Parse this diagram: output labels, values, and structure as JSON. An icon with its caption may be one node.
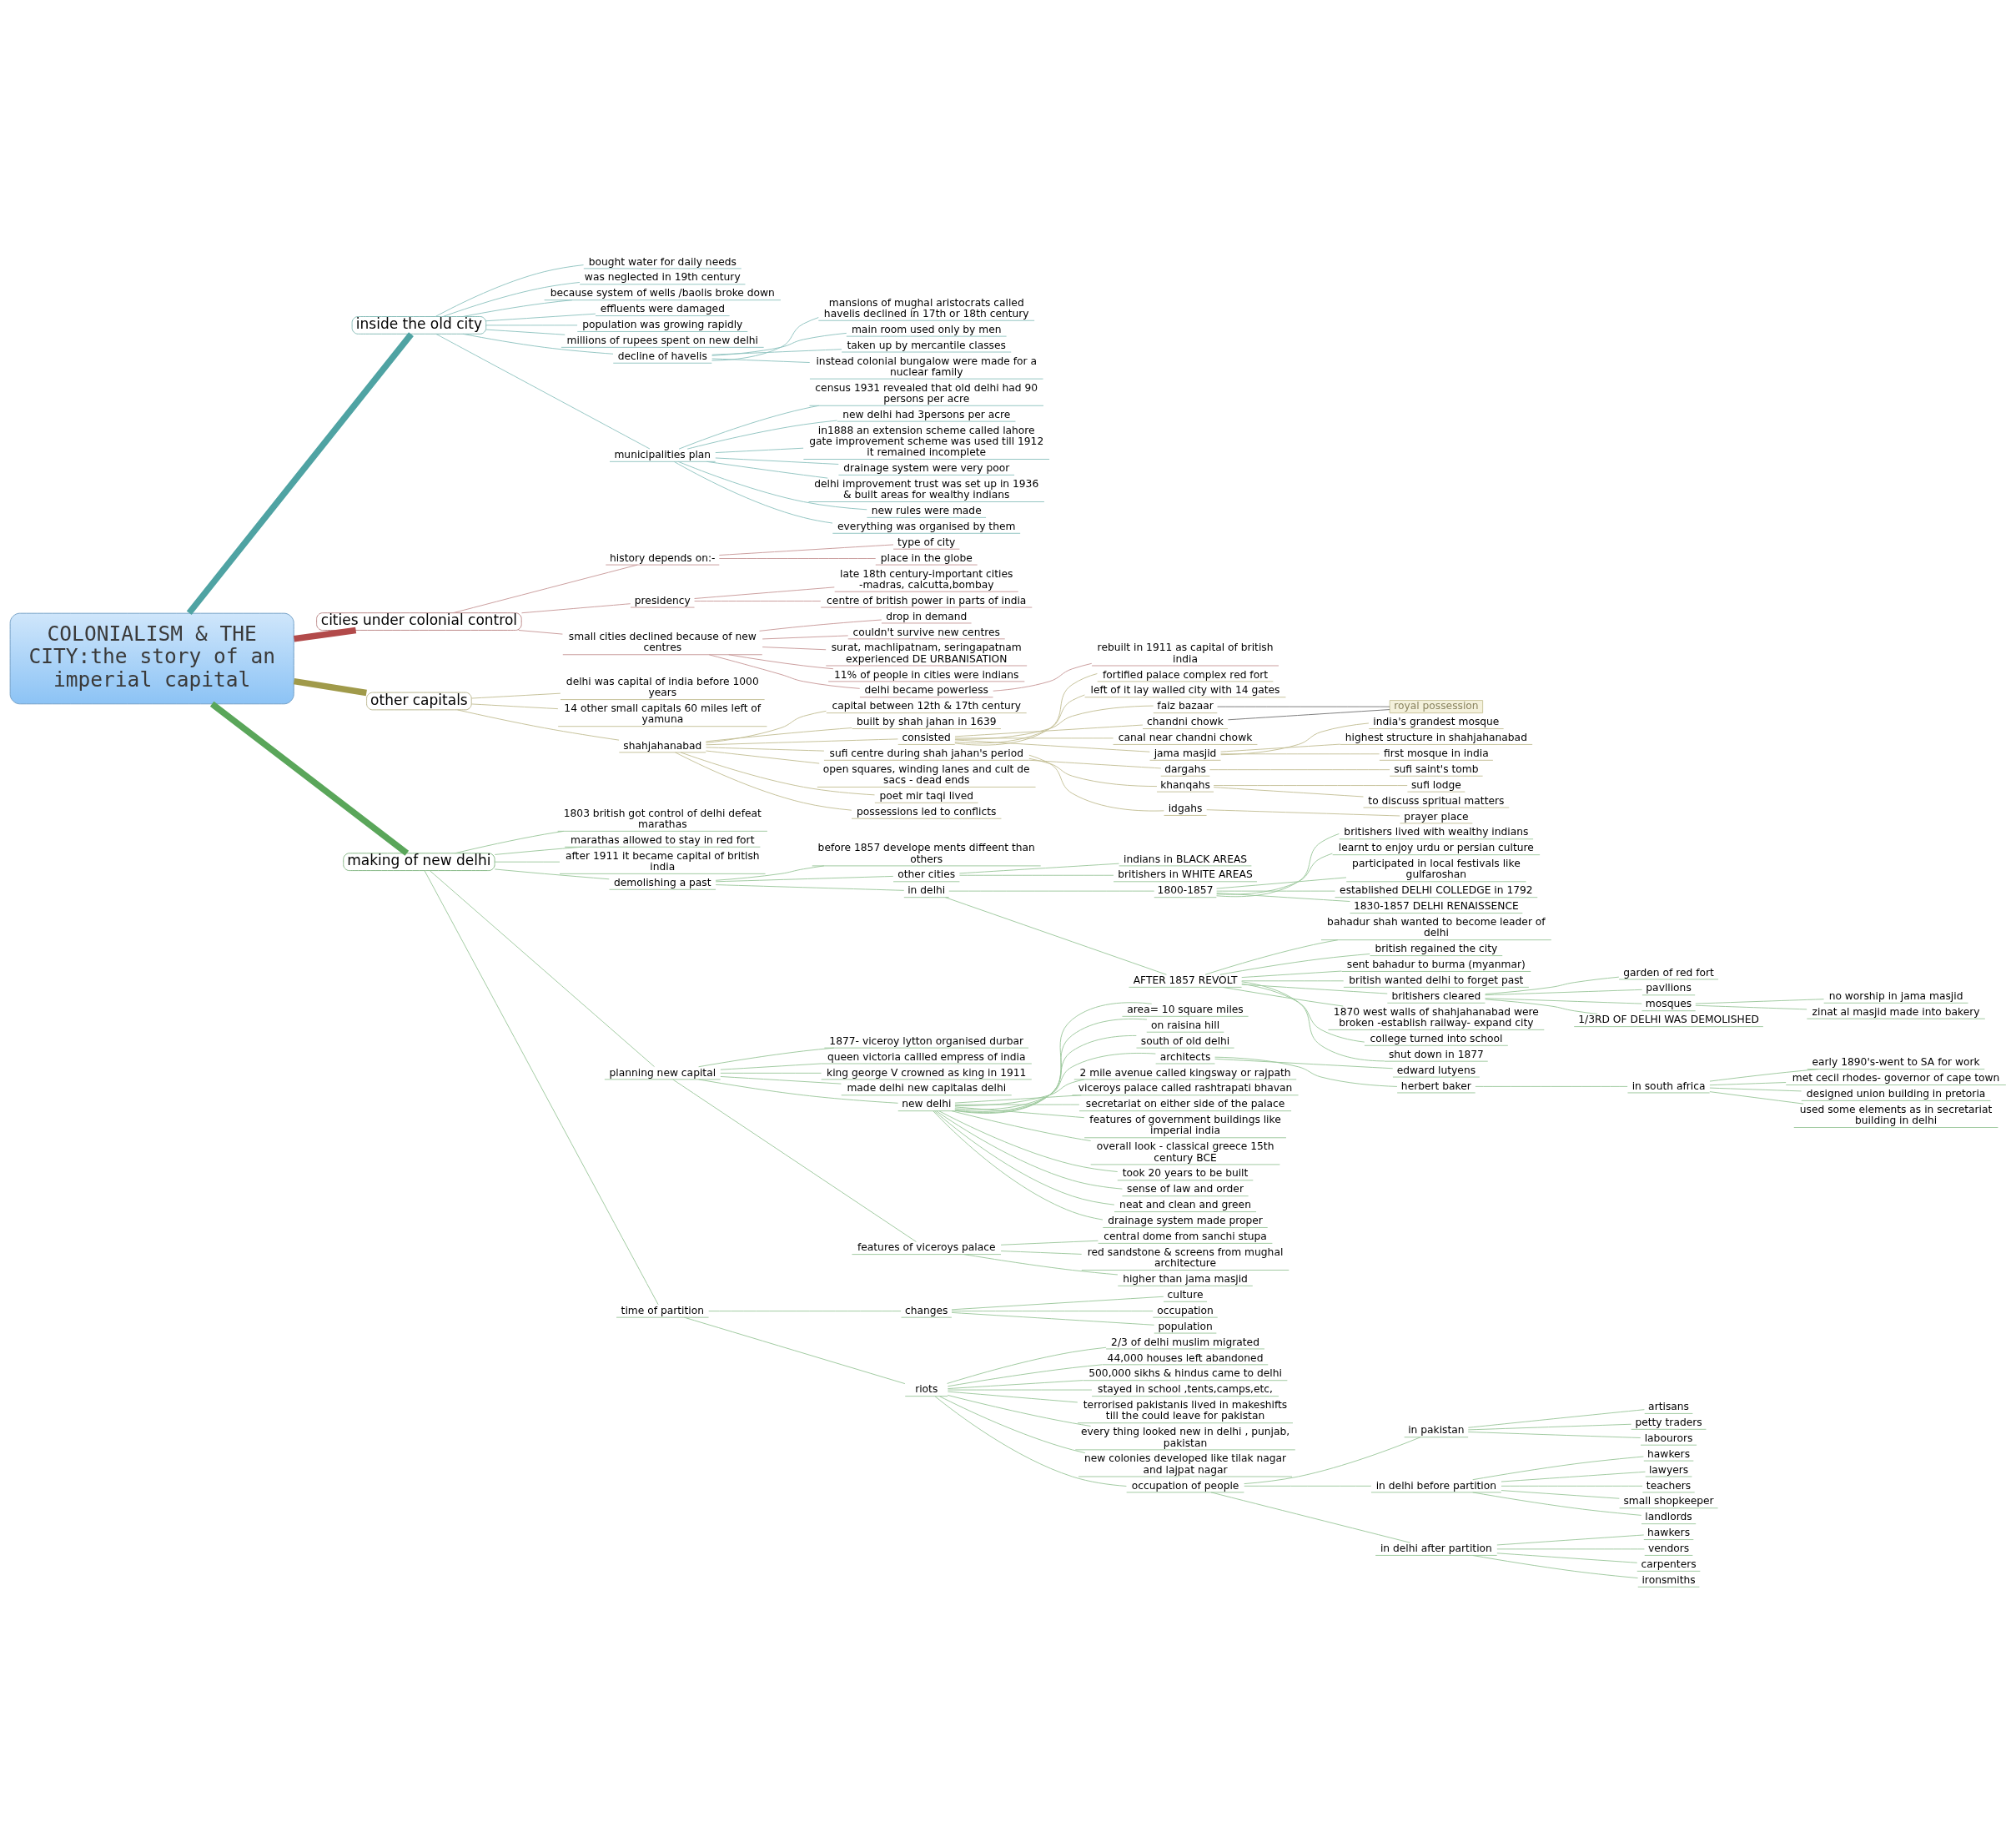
{
  "diagram": {
    "nodes": [
      {
        "text": [
          "COLONIALISM & THE CITY:the story of an imperial capital"
        ]
      },
      {
        "text": [
          "inside the old city"
        ]
      },
      {
        "text": [
          "bought water for daily needs"
        ]
      },
      {
        "text": [
          "was neglected in 19th century"
        ]
      },
      {
        "text": [
          "because system of wells /baolis broke down"
        ]
      },
      {
        "text": [
          "effluents were damaged"
        ]
      },
      {
        "text": [
          "population was growing rapidly"
        ]
      },
      {
        "text": [
          "millions of rupees spent on new delhi"
        ]
      },
      {
        "text": [
          "decline of havelis"
        ]
      },
      {
        "text": [
          "mansions of mughal aristocrats called havelis declined in 17th or 18th century"
        ]
      },
      {
        "text": [
          "main room used only by men"
        ]
      },
      {
        "text": [
          "taken up by mercantile classes"
        ]
      },
      {
        "text": [
          "instead colonial bungalow were made for a nuclear family"
        ]
      },
      {
        "text": [
          "municipalities plan"
        ]
      },
      {
        "text": [
          "census 1931 revealed that old delhi had 90 persons per acre"
        ]
      },
      {
        "text": [
          "new delhi had 3persons per acre"
        ]
      },
      {
        "text": [
          "in1888 an extension scheme called lahore gate improvement scheme was used till 1912 it remained incomplete"
        ]
      },
      {
        "text": [
          "drainage system were very poor"
        ]
      },
      {
        "text": [
          "delhi improvement trust was set up in 1936 & built areas for wealthy indians"
        ]
      },
      {
        "text": [
          "new rules were made"
        ]
      },
      {
        "text": [
          "everything was organised by them"
        ]
      },
      {
        "text": [
          "cities under colonial control"
        ]
      },
      {
        "text": [
          "history depends on:-"
        ]
      },
      {
        "text": [
          "type of city"
        ]
      },
      {
        "text": [
          "place in the globe"
        ]
      },
      {
        "text": [
          "presidency"
        ]
      },
      {
        "text": [
          "late 18th century-important cities -madras, calcutta,bombay"
        ]
      },
      {
        "text": [
          "centre of british power in parts of india"
        ]
      },
      {
        "text": [
          "small cities declined because of new centres"
        ]
      },
      {
        "text": [
          "drop in demand"
        ]
      },
      {
        "text": [
          "couldn't survive new centres"
        ]
      },
      {
        "text": [
          "surat, machlipatnam, seringapatnam experienced DE URBANISATION"
        ]
      },
      {
        "text": [
          "11% of people in cities were indians"
        ]
      },
      {
        "text": [
          "delhi became powerless"
        ]
      },
      {
        "text": [
          "rebuilt in 1911 as capital of british india"
        ]
      },
      {
        "text": [
          "other capitals"
        ]
      },
      {
        "text": [
          "delhi was capital of india before 1000 years"
        ]
      },
      {
        "text": [
          "14 other small capitals 60 miles left of yamuna"
        ]
      },
      {
        "text": [
          "shahjahanabad"
        ]
      },
      {
        "text": [
          "capital between 12th & 17th century"
        ]
      },
      {
        "text": [
          "built by shah jahan in 1639"
        ]
      },
      {
        "text": [
          "consisted"
        ]
      },
      {
        "text": [
          "fortified palace complex red fort"
        ]
      },
      {
        "text": [
          "left of it lay walled city with 14 gates"
        ]
      },
      {
        "text": [
          "faiz bazaar"
        ]
      },
      {
        "text": [
          "chandni chowk"
        ]
      },
      {
        "text": [
          "royal possession"
        ]
      },
      {
        "text": [
          "canal near chandni chowk"
        ]
      },
      {
        "text": [
          "jama masjid"
        ]
      },
      {
        "text": [
          "india's grandest mosque"
        ]
      },
      {
        "text": [
          "highest structure in shahjahanabad"
        ]
      },
      {
        "text": [
          "first mosque in india"
        ]
      },
      {
        "text": [
          "sufi centre during shah jahan's period"
        ]
      },
      {
        "text": [
          "dargahs"
        ]
      },
      {
        "text": [
          "sufi saint's tomb"
        ]
      },
      {
        "text": [
          "khanqahs"
        ]
      },
      {
        "text": [
          "sufi lodge"
        ]
      },
      {
        "text": [
          "to discuss spritual matters"
        ]
      },
      {
        "text": [
          "idgahs"
        ]
      },
      {
        "text": [
          "prayer place"
        ]
      },
      {
        "text": [
          "open squares, winding lanes and cult de sacs - dead ends"
        ]
      },
      {
        "text": [
          "poet mir taqi lived"
        ]
      },
      {
        "text": [
          "possessions led to conflicts"
        ]
      },
      {
        "text": [
          "making of new delhi"
        ]
      },
      {
        "text": [
          "1803 british got control of delhi defeat marathas"
        ]
      },
      {
        "text": [
          "marathas allowed to stay in red fort"
        ]
      },
      {
        "text": [
          "after 1911 it became capital of british india"
        ]
      },
      {
        "text": [
          "demolishing a past"
        ]
      },
      {
        "text": [
          "before 1857 develope ments diffeent than others"
        ]
      },
      {
        "text": [
          "other cities"
        ]
      },
      {
        "text": [
          "indians in BLACK AREAS"
        ]
      },
      {
        "text": [
          "britishers in WHITE AREAS"
        ]
      },
      {
        "text": [
          "in delhi"
        ]
      },
      {
        "text": [
          "1800-1857"
        ]
      },
      {
        "text": [
          "britishers lived with wealthy indians"
        ]
      },
      {
        "text": [
          "learnt to enjoy urdu or persian culture"
        ]
      },
      {
        "text": [
          "participated in local festivals like gulfaroshan"
        ]
      },
      {
        "text": [
          "established DELHI COLLEDGE in 1792"
        ]
      },
      {
        "text": [
          "1830-1857 DELHI RENAISSENCE"
        ]
      },
      {
        "text": [
          "AFTER 1857 REVOLT"
        ]
      },
      {
        "text": [
          "bahadur shah wanted to become leader of delhi"
        ]
      },
      {
        "text": [
          "british regained the city"
        ]
      },
      {
        "text": [
          "sent bahadur to burma (myanmar)"
        ]
      },
      {
        "text": [
          "british wanted delhi to forget past"
        ]
      },
      {
        "text": [
          "britishers cleared"
        ]
      },
      {
        "text": [
          "garden of red fort"
        ]
      },
      {
        "text": [
          "pavllions"
        ]
      },
      {
        "text": [
          "mosques"
        ]
      },
      {
        "text": [
          "no worship in jama masjid"
        ]
      },
      {
        "text": [
          "zinat al masjid made into bakery"
        ]
      },
      {
        "text": [
          "1/3RD OF DELHI WAS DEMOLISHED"
        ]
      },
      {
        "text": [
          "1870 west walls of shahjahanabad were broken -establish railway- expand city"
        ]
      },
      {
        "text": [
          "college turned into school"
        ]
      },
      {
        "text": [
          "shut down in 1877"
        ]
      },
      {
        "text": [
          "planning new capital"
        ]
      },
      {
        "text": [
          "1877- viceroy lytton organised durbar"
        ]
      },
      {
        "text": [
          "queen victoria callled empress of india"
        ]
      },
      {
        "text": [
          "king george V crowned as king in 1911"
        ]
      },
      {
        "text": [
          "made delhi new capitalas delhi"
        ]
      },
      {
        "text": [
          "new delhi"
        ]
      },
      {
        "text": [
          "area= 10 square miles"
        ]
      },
      {
        "text": [
          "on raisina hill"
        ]
      },
      {
        "text": [
          "south of old delhi"
        ]
      },
      {
        "text": [
          "architects"
        ]
      },
      {
        "text": [
          "edward lutyens"
        ]
      },
      {
        "text": [
          "herbert baker"
        ]
      },
      {
        "text": [
          "in south africa"
        ]
      },
      {
        "text": [
          "early 1890's-went to SA for work"
        ]
      },
      {
        "text": [
          "met cecil rhodes- governor of cape town"
        ]
      },
      {
        "text": [
          "designed union building in pretoria"
        ]
      },
      {
        "text": [
          "used some elements as in secretariat building in delhi"
        ]
      },
      {
        "text": [
          "2 mile avenue called kingsway or rajpath"
        ]
      },
      {
        "text": [
          "viceroys palace called rashtrapati bhavan"
        ]
      },
      {
        "text": [
          "secretariat on either side of the palace"
        ]
      },
      {
        "text": [
          "features of government buildings like imperial india"
        ]
      },
      {
        "text": [
          "overall look - classical greece 15th century BCE"
        ]
      },
      {
        "text": [
          "took 20 years to be built"
        ]
      },
      {
        "text": [
          "sense of law and order"
        ]
      },
      {
        "text": [
          "neat and clean and green"
        ]
      },
      {
        "text": [
          "drainage system made proper"
        ]
      },
      {
        "text": [
          "features of viceroys palace"
        ]
      },
      {
        "text": [
          "central dome from sanchi stupa"
        ]
      },
      {
        "text": [
          "red sandstone & screens from mughal architecture"
        ]
      },
      {
        "text": [
          "higher than jama masjid"
        ]
      },
      {
        "text": [
          "time of partition"
        ]
      },
      {
        "text": [
          "changes"
        ]
      },
      {
        "text": [
          "culture"
        ]
      },
      {
        "text": [
          "occupation"
        ]
      },
      {
        "text": [
          "population"
        ]
      },
      {
        "text": [
          "riots"
        ]
      },
      {
        "text": [
          "2/3 of delhi muslim migrated"
        ]
      },
      {
        "text": [
          "44,000 houses left abandoned"
        ]
      },
      {
        "text": [
          "500,000 sikhs & hindus came to delhi"
        ]
      },
      {
        "text": [
          "stayed in school ,tents,camps,etc,"
        ]
      },
      {
        "text": [
          "terrorised pakistanis lived in makeshifts till the could leave for pakistan"
        ]
      },
      {
        "text": [
          "every thing looked new in delhi , punjab, pakistan"
        ]
      },
      {
        "text": [
          "new colonies developed like tilak nagar and lajpat nagar"
        ]
      },
      {
        "text": [
          "occupation of people"
        ]
      },
      {
        "text": [
          "in pakistan"
        ]
      },
      {
        "text": [
          "artisans"
        ]
      },
      {
        "text": [
          "petty traders"
        ]
      },
      {
        "text": [
          "labourors"
        ]
      },
      {
        "text": [
          "in delhi before partition"
        ]
      },
      {
        "text": [
          "hawkers"
        ]
      },
      {
        "text": [
          "lawyers"
        ]
      },
      {
        "text": [
          "teachers"
        ]
      },
      {
        "text": [
          "small shopkeeper"
        ]
      },
      {
        "text": [
          "landlords"
        ]
      },
      {
        "text": [
          "in delhi after partition"
        ]
      },
      {
        "text": [
          "hawkers"
        ]
      },
      {
        "text": [
          "vendors"
        ]
      },
      {
        "text": [
          "carpenters"
        ]
      },
      {
        "text": [
          "ironsmiths"
        ]
      }
    ],
    "edges": [
      {
        "from": 0,
        "to": 1,
        "arrow": "none",
        "style": "thick",
        "color": "#4fa3a3"
      },
      {
        "from": 1,
        "to": 2,
        "arrow": "none",
        "color": "#8fc3c0"
      },
      {
        "from": 1,
        "to": 3,
        "arrow": "none",
        "color": "#8fc3c0"
      },
      {
        "from": 1,
        "to": 4,
        "arrow": "none",
        "color": "#8fc3c0"
      },
      {
        "from": 1,
        "to": 5,
        "arrow": "none",
        "color": "#8fc3c0"
      },
      {
        "from": 1,
        "to": 6,
        "arrow": "none",
        "color": "#8fc3c0"
      },
      {
        "from": 1,
        "to": 7,
        "arrow": "none",
        "color": "#8fc3c0"
      },
      {
        "from": 1,
        "to": 8,
        "arrow": "none",
        "color": "#8fc3c0"
      },
      {
        "from": 8,
        "to": 9,
        "arrow": "none",
        "color": "#8fc3c0"
      },
      {
        "from": 8,
        "to": 10,
        "arrow": "none",
        "color": "#8fc3c0"
      },
      {
        "from": 8,
        "to": 11,
        "arrow": "none",
        "color": "#8fc3c0"
      },
      {
        "from": 8,
        "to": 12,
        "arrow": "none",
        "color": "#8fc3c0"
      },
      {
        "from": 1,
        "to": 13,
        "arrow": "none",
        "color": "#8fc3c0"
      },
      {
        "from": 13,
        "to": 14,
        "arrow": "none",
        "color": "#8fc3c0"
      },
      {
        "from": 13,
        "to": 15,
        "arrow": "none",
        "color": "#8fc3c0"
      },
      {
        "from": 13,
        "to": 16,
        "arrow": "none",
        "color": "#8fc3c0"
      },
      {
        "from": 13,
        "to": 17,
        "arrow": "none",
        "color": "#8fc3c0"
      },
      {
        "from": 13,
        "to": 18,
        "arrow": "none",
        "color": "#8fc3c0"
      },
      {
        "from": 13,
        "to": 19,
        "arrow": "none",
        "color": "#8fc3c0"
      },
      {
        "from": 13,
        "to": 20,
        "arrow": "none",
        "color": "#8fc3c0"
      },
      {
        "from": 0,
        "to": 21,
        "arrow": "none",
        "style": "thick",
        "color": "#b24a4a"
      },
      {
        "from": 21,
        "to": 22,
        "arrow": "none",
        "color": "#c99a9a"
      },
      {
        "from": 22,
        "to": 23,
        "arrow": "none",
        "color": "#c99a9a"
      },
      {
        "from": 22,
        "to": 24,
        "arrow": "none",
        "color": "#c99a9a"
      },
      {
        "from": 21,
        "to": 25,
        "arrow": "none",
        "color": "#c99a9a"
      },
      {
        "from": 25,
        "to": 26,
        "arrow": "none",
        "color": "#c99a9a"
      },
      {
        "from": 25,
        "to": 27,
        "arrow": "none",
        "color": "#c99a9a"
      },
      {
        "from": 21,
        "to": 28,
        "arrow": "none",
        "color": "#c99a9a"
      },
      {
        "from": 28,
        "to": 29,
        "arrow": "none",
        "color": "#c99a9a"
      },
      {
        "from": 28,
        "to": 30,
        "arrow": "none",
        "color": "#c99a9a"
      },
      {
        "from": 28,
        "to": 31,
        "arrow": "none",
        "color": "#c99a9a"
      },
      {
        "from": 28,
        "to": 32,
        "arrow": "none",
        "color": "#c99a9a"
      },
      {
        "from": 28,
        "to": 33,
        "arrow": "none",
        "color": "#c99a9a"
      },
      {
        "from": 33,
        "to": 34,
        "arrow": "none",
        "color": "#c99a9a"
      },
      {
        "from": 0,
        "to": 35,
        "arrow": "none",
        "style": "thick",
        "color": "#a09a4a"
      },
      {
        "from": 35,
        "to": 36,
        "arrow": "none",
        "color": "#c4bf96"
      },
      {
        "from": 35,
        "to": 37,
        "arrow": "none",
        "color": "#c4bf96"
      },
      {
        "from": 35,
        "to": 38,
        "arrow": "none",
        "color": "#c4bf96"
      },
      {
        "from": 38,
        "to": 39,
        "arrow": "none",
        "color": "#c4bf96"
      },
      {
        "from": 38,
        "to": 40,
        "arrow": "none",
        "color": "#c4bf96"
      },
      {
        "from": 38,
        "to": 41,
        "arrow": "none",
        "color": "#c4bf96"
      },
      {
        "from": 41,
        "to": 42,
        "arrow": "none",
        "color": "#c4bf96"
      },
      {
        "from": 41,
        "to": 43,
        "arrow": "none",
        "color": "#c4bf96"
      },
      {
        "from": 41,
        "to": 44,
        "arrow": "none",
        "color": "#c4bf96"
      },
      {
        "from": 41,
        "to": 45,
        "arrow": "none",
        "color": "#c4bf96"
      },
      {
        "from": 44,
        "to": 46,
        "arrow": "none",
        "color": "#777777"
      },
      {
        "from": 45,
        "to": 46,
        "arrow": "none",
        "color": "#777777"
      },
      {
        "from": 41,
        "to": 47,
        "arrow": "none",
        "color": "#c4bf96"
      },
      {
        "from": 41,
        "to": 48,
        "arrow": "none",
        "color": "#c4bf96"
      },
      {
        "from": 48,
        "to": 49,
        "arrow": "none",
        "color": "#c4bf96"
      },
      {
        "from": 48,
        "to": 50,
        "arrow": "none",
        "color": "#c4bf96"
      },
      {
        "from": 48,
        "to": 51,
        "arrow": "none",
        "color": "#c4bf96"
      },
      {
        "from": 38,
        "to": 52,
        "arrow": "none",
        "color": "#c4bf96"
      },
      {
        "from": 52,
        "to": 53,
        "arrow": "none",
        "color": "#c4bf96"
      },
      {
        "from": 53,
        "to": 54,
        "arrow": "none",
        "color": "#c4bf96"
      },
      {
        "from": 52,
        "to": 55,
        "arrow": "none",
        "color": "#c4bf96"
      },
      {
        "from": 55,
        "to": 56,
        "arrow": "none",
        "color": "#c4bf96"
      },
      {
        "from": 55,
        "to": 57,
        "arrow": "none",
        "color": "#c4bf96"
      },
      {
        "from": 52,
        "to": 58,
        "arrow": "none",
        "color": "#c4bf96"
      },
      {
        "from": 58,
        "to": 59,
        "arrow": "none",
        "color": "#c4bf96"
      },
      {
        "from": 38,
        "to": 60,
        "arrow": "none",
        "color": "#c4bf96"
      },
      {
        "from": 38,
        "to": 61,
        "arrow": "none",
        "color": "#c4bf96"
      },
      {
        "from": 38,
        "to": 62,
        "arrow": "none",
        "color": "#c4bf96"
      },
      {
        "from": 0,
        "to": 63,
        "arrow": "none",
        "style": "thick",
        "color": "#5aa65a"
      },
      {
        "from": 63,
        "to": 64,
        "arrow": "none"
      },
      {
        "from": 63,
        "to": 65,
        "arrow": "none"
      },
      {
        "from": 63,
        "to": 66,
        "arrow": "none"
      },
      {
        "from": 63,
        "to": 67,
        "arrow": "none"
      },
      {
        "from": 67,
        "to": 68,
        "arrow": "none"
      },
      {
        "from": 67,
        "to": 69,
        "arrow": "none"
      },
      {
        "from": 69,
        "to": 70,
        "arrow": "none"
      },
      {
        "from": 69,
        "to": 71,
        "arrow": "none"
      },
      {
        "from": 67,
        "to": 72,
        "arrow": "none"
      },
      {
        "from": 72,
        "to": 73,
        "arrow": "none"
      },
      {
        "from": 73,
        "to": 74,
        "arrow": "none"
      },
      {
        "from": 73,
        "to": 75,
        "arrow": "none"
      },
      {
        "from": 73,
        "to": 76,
        "arrow": "none"
      },
      {
        "from": 73,
        "to": 77,
        "arrow": "none"
      },
      {
        "from": 73,
        "to": 78,
        "arrow": "none"
      },
      {
        "from": 72,
        "to": 79,
        "arrow": "none"
      },
      {
        "from": 79,
        "to": 80,
        "arrow": "none"
      },
      {
        "from": 79,
        "to": 81,
        "arrow": "none"
      },
      {
        "from": 79,
        "to": 82,
        "arrow": "none"
      },
      {
        "from": 79,
        "to": 83,
        "arrow": "none"
      },
      {
        "from": 79,
        "to": 84,
        "arrow": "none"
      },
      {
        "from": 84,
        "to": 85,
        "arrow": "none"
      },
      {
        "from": 84,
        "to": 86,
        "arrow": "none"
      },
      {
        "from": 84,
        "to": 87,
        "arrow": "none"
      },
      {
        "from": 87,
        "to": 88,
        "arrow": "none"
      },
      {
        "from": 87,
        "to": 89,
        "arrow": "none"
      },
      {
        "from": 84,
        "to": 90,
        "arrow": "none"
      },
      {
        "from": 79,
        "to": 91,
        "arrow": "none"
      },
      {
        "from": 79,
        "to": 92,
        "arrow": "none"
      },
      {
        "from": 79,
        "to": 93,
        "arrow": "none"
      },
      {
        "from": 63,
        "to": 94,
        "arrow": "none"
      },
      {
        "from": 94,
        "to": 95,
        "arrow": "none"
      },
      {
        "from": 94,
        "to": 96,
        "arrow": "none"
      },
      {
        "from": 94,
        "to": 97,
        "arrow": "none"
      },
      {
        "from": 94,
        "to": 98,
        "arrow": "none"
      },
      {
        "from": 94,
        "to": 99,
        "arrow": "none"
      },
      {
        "from": 99,
        "to": 100,
        "arrow": "none"
      },
      {
        "from": 99,
        "to": 101,
        "arrow": "none"
      },
      {
        "from": 99,
        "to": 102,
        "arrow": "none"
      },
      {
        "from": 99,
        "to": 103,
        "arrow": "none"
      },
      {
        "from": 103,
        "to": 104,
        "arrow": "none"
      },
      {
        "from": 103,
        "to": 105,
        "arrow": "none"
      },
      {
        "from": 105,
        "to": 106,
        "arrow": "none"
      },
      {
        "from": 106,
        "to": 107,
        "arrow": "none"
      },
      {
        "from": 106,
        "to": 108,
        "arrow": "none"
      },
      {
        "from": 106,
        "to": 109,
        "arrow": "none"
      },
      {
        "from": 106,
        "to": 110,
        "arrow": "none"
      },
      {
        "from": 99,
        "to": 111,
        "arrow": "none"
      },
      {
        "from": 99,
        "to": 112,
        "arrow": "none"
      },
      {
        "from": 99,
        "to": 113,
        "arrow": "none"
      },
      {
        "from": 99,
        "to": 114,
        "arrow": "none"
      },
      {
        "from": 99,
        "to": 115,
        "arrow": "none"
      },
      {
        "from": 99,
        "to": 116,
        "arrow": "none"
      },
      {
        "from": 99,
        "to": 117,
        "arrow": "none"
      },
      {
        "from": 99,
        "to": 118,
        "arrow": "none"
      },
      {
        "from": 99,
        "to": 119,
        "arrow": "none"
      },
      {
        "from": 94,
        "to": 120,
        "arrow": "none"
      },
      {
        "from": 120,
        "to": 121,
        "arrow": "none"
      },
      {
        "from": 120,
        "to": 122,
        "arrow": "none"
      },
      {
        "from": 120,
        "to": 123,
        "arrow": "none"
      },
      {
        "from": 63,
        "to": 124,
        "arrow": "none"
      },
      {
        "from": 124,
        "to": 125,
        "arrow": "none"
      },
      {
        "from": 125,
        "to": 126,
        "arrow": "none"
      },
      {
        "from": 125,
        "to": 127,
        "arrow": "none"
      },
      {
        "from": 125,
        "to": 128,
        "arrow": "none"
      },
      {
        "from": 124,
        "to": 129,
        "arrow": "none"
      },
      {
        "from": 129,
        "to": 130,
        "arrow": "none"
      },
      {
        "from": 129,
        "to": 131,
        "arrow": "none"
      },
      {
        "from": 129,
        "to": 132,
        "arrow": "none"
      },
      {
        "from": 129,
        "to": 133,
        "arrow": "none"
      },
      {
        "from": 129,
        "to": 134,
        "arrow": "none"
      },
      {
        "from": 129,
        "to": 135,
        "arrow": "none"
      },
      {
        "from": 129,
        "to": 136,
        "arrow": "none"
      },
      {
        "from": 129,
        "to": 137,
        "arrow": "none"
      },
      {
        "from": 137,
        "to": 138,
        "arrow": "none"
      },
      {
        "from": 138,
        "to": 139,
        "arrow": "none"
      },
      {
        "from": 138,
        "to": 140,
        "arrow": "none"
      },
      {
        "from": 138,
        "to": 141,
        "arrow": "none"
      },
      {
        "from": 137,
        "to": 142,
        "arrow": "none"
      },
      {
        "from": 142,
        "to": 143,
        "arrow": "none"
      },
      {
        "from": 142,
        "to": 144,
        "arrow": "none"
      },
      {
        "from": 142,
        "to": 145,
        "arrow": "none"
      },
      {
        "from": 142,
        "to": 146,
        "arrow": "none"
      },
      {
        "from": 142,
        "to": 147,
        "arrow": "none"
      },
      {
        "from": 137,
        "to": 148,
        "arrow": "none"
      },
      {
        "from": 148,
        "to": 149,
        "arrow": "none"
      },
      {
        "from": 148,
        "to": 150,
        "arrow": "none"
      },
      {
        "from": 148,
        "to": 151,
        "arrow": "none"
      },
      {
        "from": 148,
        "to": 152,
        "arrow": "none"
      }
    ]
  }
}
